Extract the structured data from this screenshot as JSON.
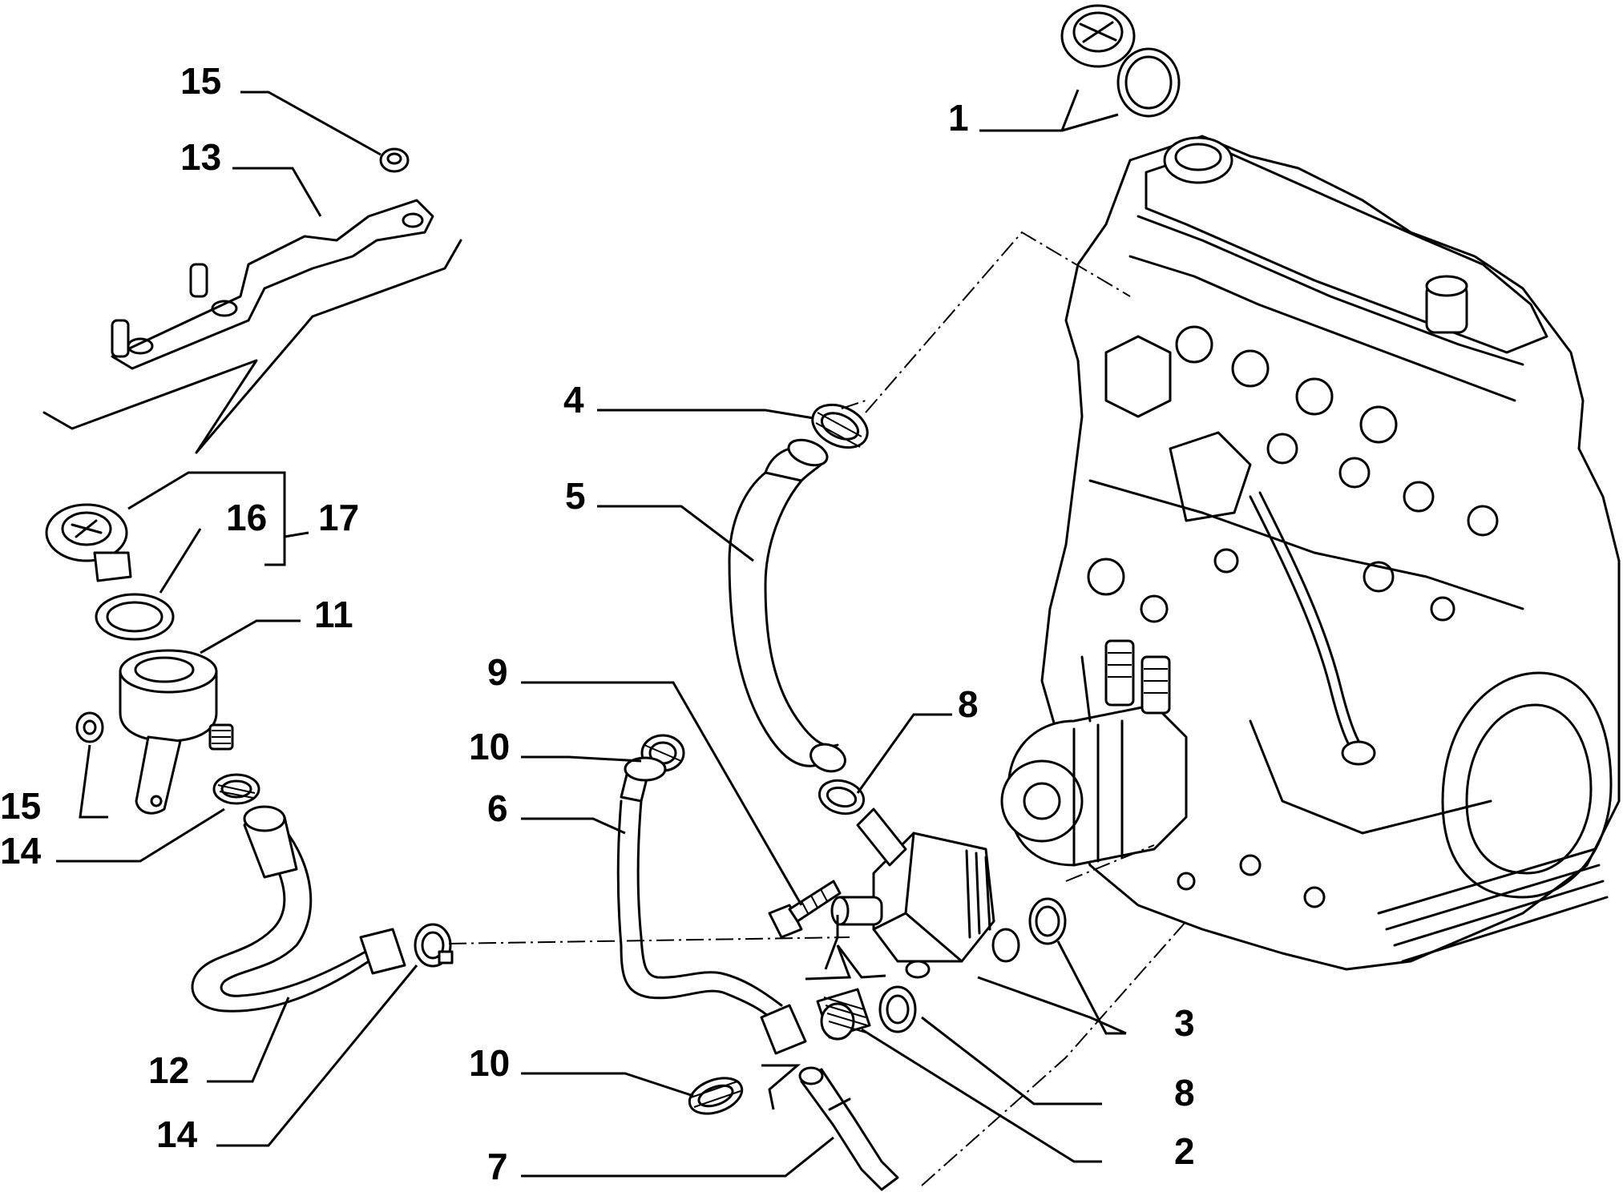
{
  "callouts": {
    "c1": "1",
    "c2": "2",
    "c3": "3",
    "c4": "4",
    "c5": "5",
    "c6": "6",
    "c7": "7",
    "c8a": "8",
    "c8b": "8",
    "c9": "9",
    "c10a": "10",
    "c10b": "10",
    "c11": "11",
    "c12": "12",
    "c13": "13",
    "c14a": "14",
    "c14b": "14",
    "c15a": "15",
    "c15b": "15",
    "c16": "16",
    "c17": "17"
  }
}
